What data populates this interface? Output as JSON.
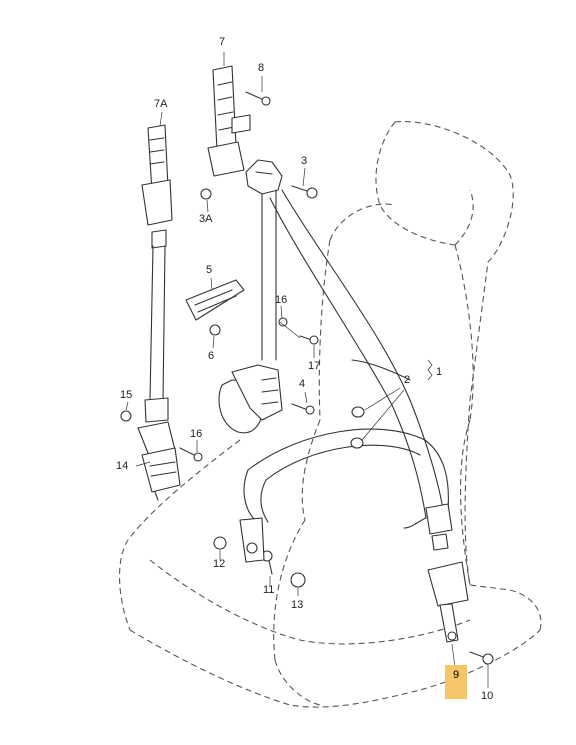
{
  "labels": {
    "l7": "7",
    "l8": "8",
    "l7a": "7A",
    "l3": "3",
    "l3a": "3A",
    "l5": "5",
    "l6": "6",
    "l16a": "16",
    "l17": "17",
    "l1": "1",
    "l2": "2",
    "l4": "4",
    "l15": "15",
    "l16b": "16",
    "l14": "14",
    "l12": "12",
    "l11": "11",
    "l13": "13",
    "l9": "9",
    "l10": "10"
  },
  "colors": {
    "line": "#333333",
    "dashed": "#555555",
    "highlight": "#f5c56a"
  }
}
